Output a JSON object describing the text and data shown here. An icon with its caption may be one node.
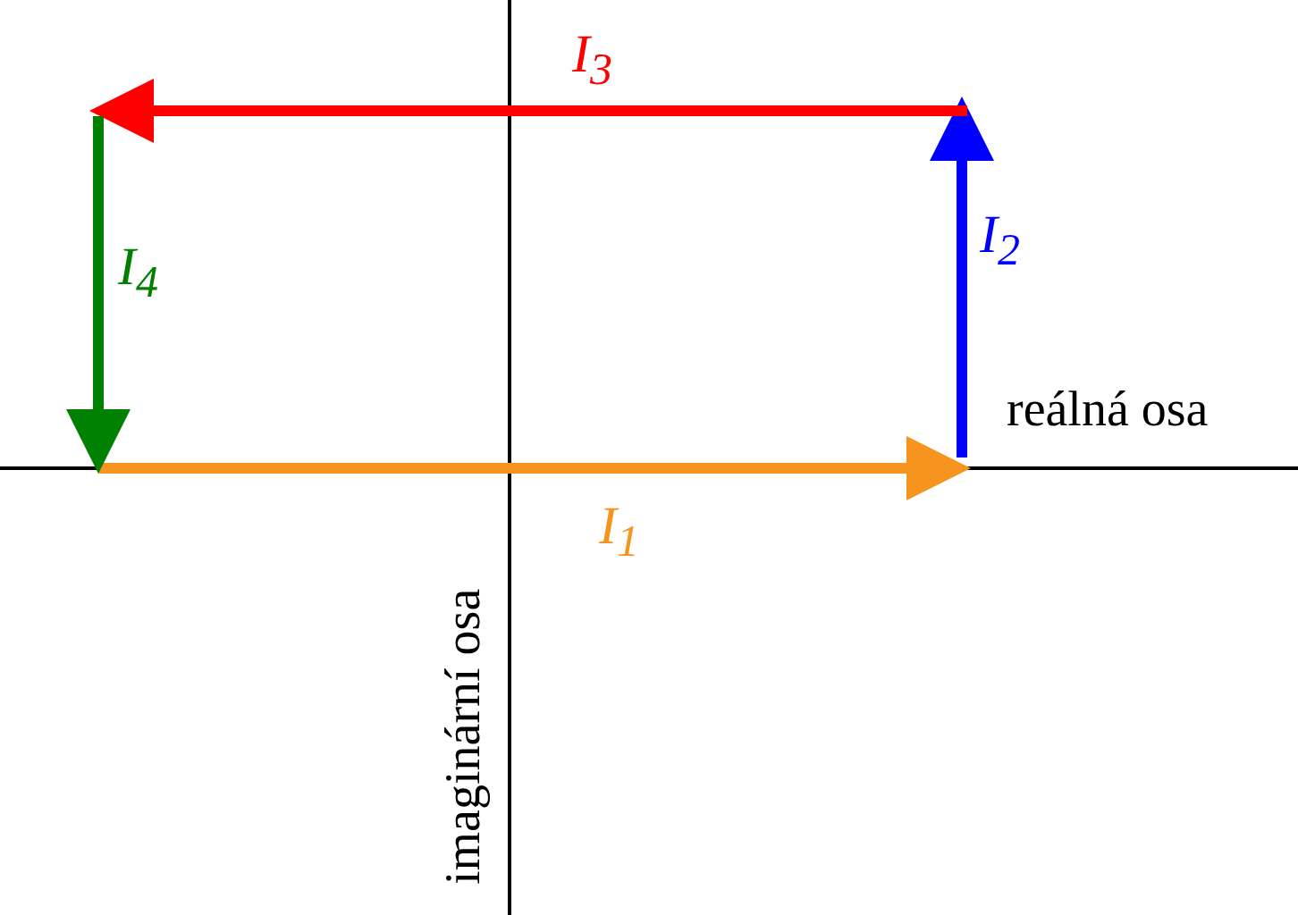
{
  "diagram": {
    "labels": [
      "I$_{3}$",
      "I$_{4}$",
      "I$_{2}$",
      "reálná osa",
      "I$_{1}$",
      "imaginární osa"
    ]
  }
}
